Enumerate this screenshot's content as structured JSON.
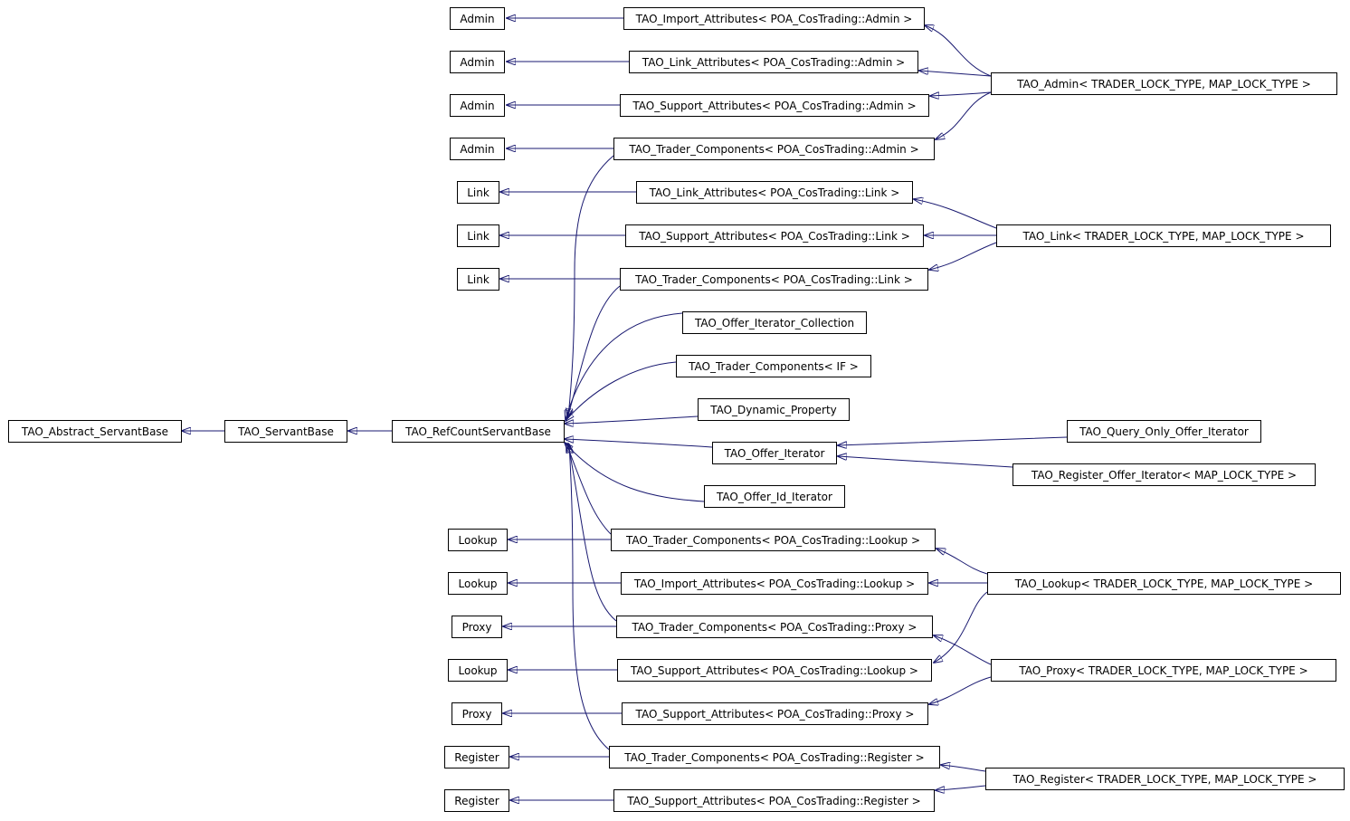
{
  "diagram": {
    "edge_color": "#191970",
    "nodes": {
      "abstract_servant_base": "TAO_Abstract_ServantBase",
      "servant_base": "TAO_ServantBase",
      "refcount_servant_base": "TAO_RefCountServantBase",
      "admin_1": "Admin",
      "admin_2": "Admin",
      "admin_3": "Admin",
      "admin_4": "Admin",
      "link_1": "Link",
      "link_2": "Link",
      "link_3": "Link",
      "lookup_1": "Lookup",
      "lookup_2": "Lookup",
      "proxy_1": "Proxy",
      "lookup_3": "Lookup",
      "proxy_2": "Proxy",
      "register_1": "Register",
      "register_2": "Register",
      "import_attributes_admin": "TAO_Import_Attributes< POA_CosTrading::Admin >",
      "link_attributes_admin": "TAO_Link_Attributes< POA_CosTrading::Admin >",
      "support_attributes_admin": "TAO_Support_Attributes< POA_CosTrading::Admin >",
      "trader_components_admin": "TAO_Trader_Components< POA_CosTrading::Admin >",
      "link_attributes_link": "TAO_Link_Attributes< POA_CosTrading::Link >",
      "support_attributes_link": "TAO_Support_Attributes< POA_CosTrading::Link >",
      "trader_components_link": "TAO_Trader_Components< POA_CosTrading::Link >",
      "offer_iterator_collection": "TAO_Offer_Iterator_Collection",
      "trader_components_if": "TAO_Trader_Components< IF >",
      "dynamic_property": "TAO_Dynamic_Property",
      "offer_iterator": "TAO_Offer_Iterator",
      "offer_id_iterator": "TAO_Offer_Id_Iterator",
      "trader_components_lookup": "TAO_Trader_Components< POA_CosTrading::Lookup >",
      "import_attributes_lookup": "TAO_Import_Attributes< POA_CosTrading::Lookup >",
      "trader_components_proxy": "TAO_Trader_Components< POA_CosTrading::Proxy >",
      "support_attributes_lookup": "TAO_Support_Attributes< POA_CosTrading::Lookup >",
      "support_attributes_proxy": "TAO_Support_Attributes< POA_CosTrading::Proxy >",
      "trader_components_register": "TAO_Trader_Components< POA_CosTrading::Register >",
      "support_attributes_register": "TAO_Support_Attributes< POA_CosTrading::Register >",
      "tao_admin": "TAO_Admin< TRADER_LOCK_TYPE, MAP_LOCK_TYPE >",
      "tao_link": "TAO_Link< TRADER_LOCK_TYPE, MAP_LOCK_TYPE >",
      "query_only_offer_iterator": "TAO_Query_Only_Offer_Iterator",
      "register_offer_iterator": "TAO_Register_Offer_Iterator< MAP_LOCK_TYPE >",
      "tao_lookup": "TAO_Lookup< TRADER_LOCK_TYPE, MAP_LOCK_TYPE >",
      "tao_proxy": "TAO_Proxy< TRADER_LOCK_TYPE, MAP_LOCK_TYPE >",
      "tao_register": "TAO_Register< TRADER_LOCK_TYPE, MAP_LOCK_TYPE >"
    }
  }
}
